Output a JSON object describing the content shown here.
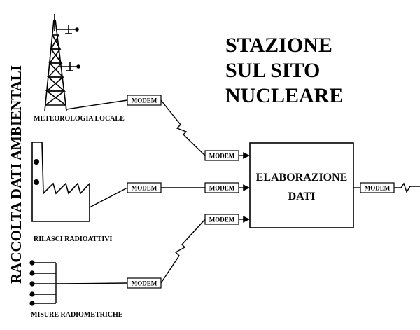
{
  "title": {
    "line1": "STAZIONE",
    "line2": "SUL SITO",
    "line3": "NUCLEARE"
  },
  "side_label": "RACCOLTA DATI AMBIENTALI",
  "sources": {
    "meteo": "METEOROLOGIA LOCALE",
    "rilasci": "RILASCI RADIOATTIVI",
    "misure": "MISURE RADIOMETRICHE"
  },
  "modem_label": "MODEM",
  "processor": {
    "line1": "ELABORAZIONE",
    "line2": "DATI"
  }
}
